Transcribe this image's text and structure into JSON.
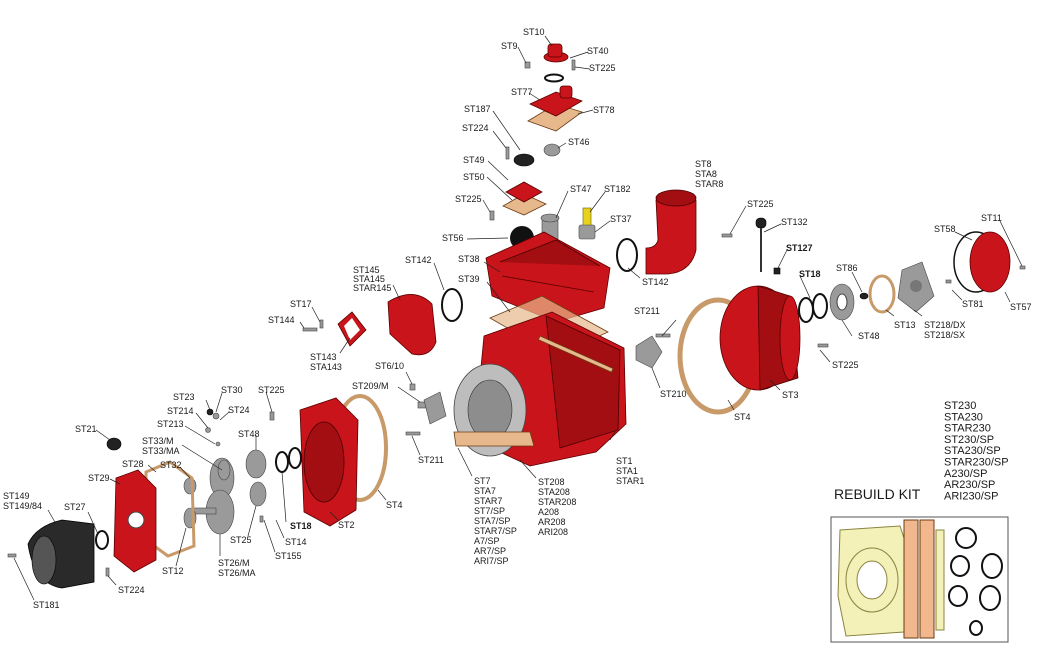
{
  "parts": [
    {
      "id": "st10",
      "lines": [
        "ST10"
      ]
    },
    {
      "id": "st9",
      "lines": [
        "ST9"
      ]
    },
    {
      "id": "st40",
      "lines": [
        "ST40"
      ]
    },
    {
      "id": "st225a",
      "lines": [
        "ST225"
      ]
    },
    {
      "id": "st77",
      "lines": [
        "ST77"
      ]
    },
    {
      "id": "st187",
      "lines": [
        "ST187"
      ]
    },
    {
      "id": "st78",
      "lines": [
        "ST78"
      ]
    },
    {
      "id": "st224a",
      "lines": [
        "ST224"
      ]
    },
    {
      "id": "st46",
      "lines": [
        "ST46"
      ]
    },
    {
      "id": "st49",
      "lines": [
        "ST49"
      ]
    },
    {
      "id": "st50",
      "lines": [
        "ST50"
      ]
    },
    {
      "id": "st225b",
      "lines": [
        "ST225"
      ]
    },
    {
      "id": "st47",
      "lines": [
        "ST47"
      ]
    },
    {
      "id": "st182",
      "lines": [
        "ST182"
      ]
    },
    {
      "id": "st37",
      "lines": [
        "ST37"
      ]
    },
    {
      "id": "st8",
      "lines": [
        "ST8",
        "STA8",
        "STAR8"
      ]
    },
    {
      "id": "st56",
      "lines": [
        "ST56"
      ]
    },
    {
      "id": "st38",
      "lines": [
        "ST38"
      ]
    },
    {
      "id": "st39",
      "lines": [
        "ST39"
      ]
    },
    {
      "id": "st142a",
      "lines": [
        "ST142"
      ]
    },
    {
      "id": "st142b",
      "lines": [
        "ST142"
      ]
    },
    {
      "id": "st145",
      "lines": [
        "ST145",
        "STA145",
        "STAR145"
      ]
    },
    {
      "id": "st17",
      "lines": [
        "ST17"
      ]
    },
    {
      "id": "st144",
      "lines": [
        "ST144"
      ]
    },
    {
      "id": "st143",
      "lines": [
        "ST143",
        "STA143"
      ]
    },
    {
      "id": "st6_10",
      "lines": [
        "ST6/10"
      ]
    },
    {
      "id": "st209",
      "lines": [
        "ST209/M"
      ]
    },
    {
      "id": "st225c",
      "lines": [
        "ST225"
      ]
    },
    {
      "id": "st132",
      "lines": [
        "ST132"
      ]
    },
    {
      "id": "st127",
      "lines": [
        "ST127"
      ]
    },
    {
      "id": "st18a",
      "lines": [
        "ST18"
      ]
    },
    {
      "id": "st86",
      "lines": [
        "ST86"
      ]
    },
    {
      "id": "st58",
      "lines": [
        "ST58"
      ]
    },
    {
      "id": "st11",
      "lines": [
        "ST11"
      ]
    },
    {
      "id": "st81",
      "lines": [
        "ST81"
      ]
    },
    {
      "id": "st57",
      "lines": [
        "ST57"
      ]
    },
    {
      "id": "st48a",
      "lines": [
        "ST48"
      ]
    },
    {
      "id": "st13",
      "lines": [
        "ST13"
      ]
    },
    {
      "id": "st218",
      "lines": [
        "ST218/DX",
        "ST218/SX"
      ]
    },
    {
      "id": "st211a",
      "lines": [
        "ST211"
      ]
    },
    {
      "id": "st210",
      "lines": [
        "ST210"
      ]
    },
    {
      "id": "st225d",
      "lines": [
        "ST225"
      ]
    },
    {
      "id": "st3",
      "lines": [
        "ST3"
      ]
    },
    {
      "id": "st4a",
      "lines": [
        "ST4"
      ]
    },
    {
      "id": "st23",
      "lines": [
        "ST23"
      ]
    },
    {
      "id": "st30",
      "lines": [
        "ST30"
      ]
    },
    {
      "id": "st225e",
      "lines": [
        "ST225"
      ]
    },
    {
      "id": "st214",
      "lines": [
        "ST214"
      ]
    },
    {
      "id": "st24",
      "lines": [
        "ST24"
      ]
    },
    {
      "id": "st213",
      "lines": [
        "ST213"
      ]
    },
    {
      "id": "st21",
      "lines": [
        "ST21"
      ]
    },
    {
      "id": "st33",
      "lines": [
        "ST33/M",
        "ST33/MA"
      ]
    },
    {
      "id": "st48b",
      "lines": [
        "ST48"
      ]
    },
    {
      "id": "st28",
      "lines": [
        "ST28"
      ]
    },
    {
      "id": "st32",
      "lines": [
        "ST32"
      ]
    },
    {
      "id": "st29",
      "lines": [
        "ST29"
      ]
    },
    {
      "id": "st211b",
      "lines": [
        "ST211"
      ]
    },
    {
      "id": "st1",
      "lines": [
        "ST1",
        "STA1",
        "STAR1"
      ]
    },
    {
      "id": "st208",
      "lines": [
        "ST208",
        "STA208",
        "STAR208",
        "A208",
        "AR208",
        "ARI208"
      ]
    },
    {
      "id": "st7",
      "lines": [
        "ST7",
        "STA7",
        "STAR7",
        "ST7/SP",
        "STA7/SP",
        "STAR7/SP",
        "A7/SP",
        "AR7/SP",
        "ARI7/SP"
      ]
    },
    {
      "id": "st4b",
      "lines": [
        "ST4"
      ]
    },
    {
      "id": "st2",
      "lines": [
        "ST2"
      ]
    },
    {
      "id": "st18b",
      "lines": [
        "ST18"
      ]
    },
    {
      "id": "st14",
      "lines": [
        "ST14"
      ]
    },
    {
      "id": "st155",
      "lines": [
        "ST155"
      ]
    },
    {
      "id": "st25",
      "lines": [
        "ST25"
      ]
    },
    {
      "id": "st26",
      "lines": [
        "ST26/M",
        "ST26/MA"
      ]
    },
    {
      "id": "st12",
      "lines": [
        "ST12"
      ]
    },
    {
      "id": "st149",
      "lines": [
        "ST149",
        "ST149/84"
      ]
    },
    {
      "id": "st27",
      "lines": [
        "ST27"
      ]
    },
    {
      "id": "st224b",
      "lines": [
        "ST224"
      ]
    },
    {
      "id": "st181",
      "lines": [
        "ST181"
      ]
    }
  ],
  "rebuild_kit": {
    "title": "REBUILD KIT",
    "codes": [
      "ST230",
      "STA230",
      "STAR230",
      "ST230/SP",
      "STA230/SP",
      "STAR230/SP",
      "A230/SP",
      "AR230/SP",
      "ARI230/SP"
    ]
  },
  "colors": {
    "body_red": "#c8141a",
    "gasket": "#e7b88c",
    "kit_gasket": "#f3f0b8",
    "kit_vane": "#f0b88c"
  }
}
